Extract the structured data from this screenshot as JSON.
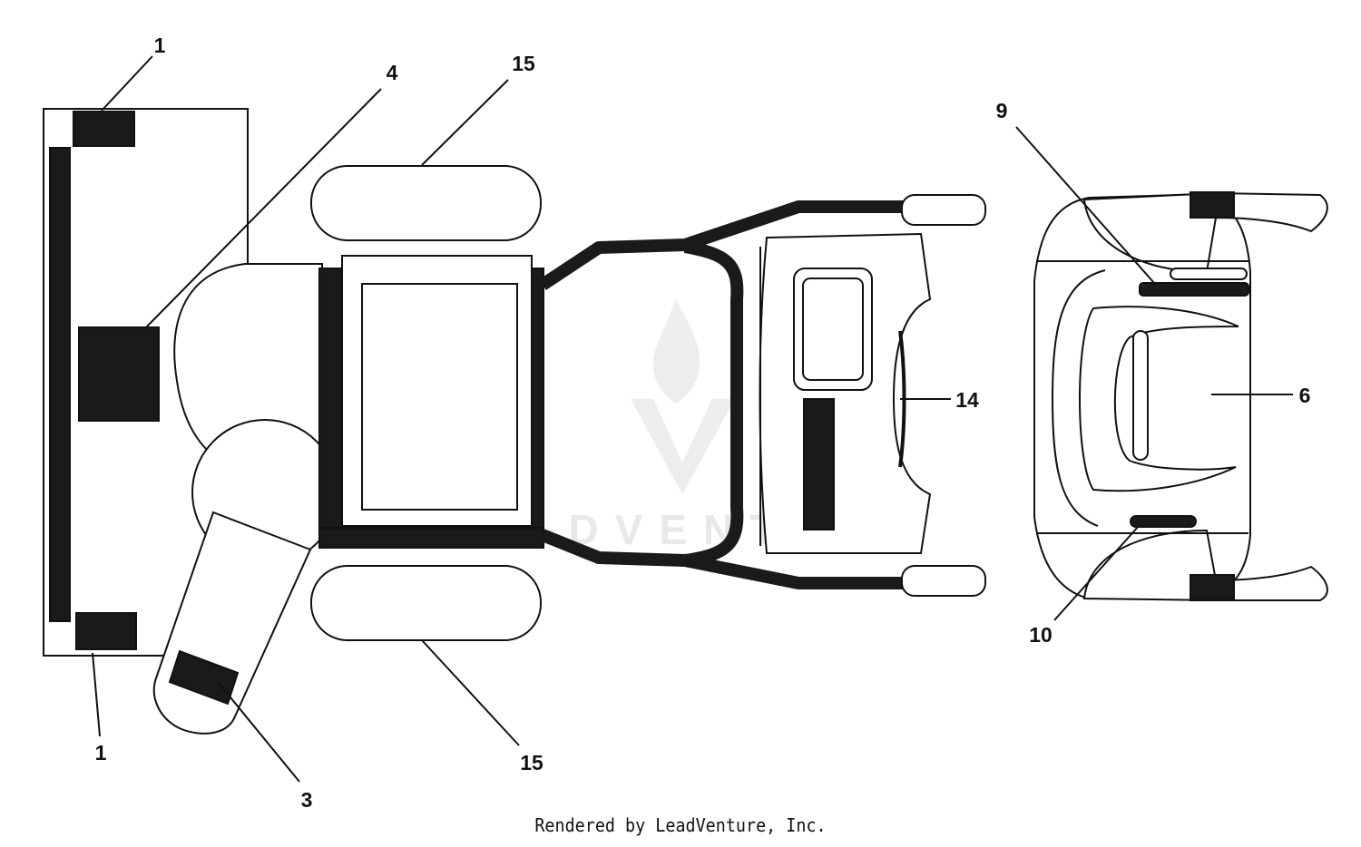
{
  "diagram": {
    "callouts": {
      "c1_top": "1",
      "c1_bottom": "1",
      "c3": "3",
      "c4": "4",
      "c15_top": "15",
      "c15_bottom": "15",
      "c14": "14",
      "c9": "9",
      "c10": "10",
      "c6": "6"
    },
    "watermark": "LEADVENTURE"
  },
  "footer": {
    "text": "Rendered by LeadVenture, Inc."
  },
  "colors": {
    "line": "#111111",
    "fill": "#ffffff"
  }
}
